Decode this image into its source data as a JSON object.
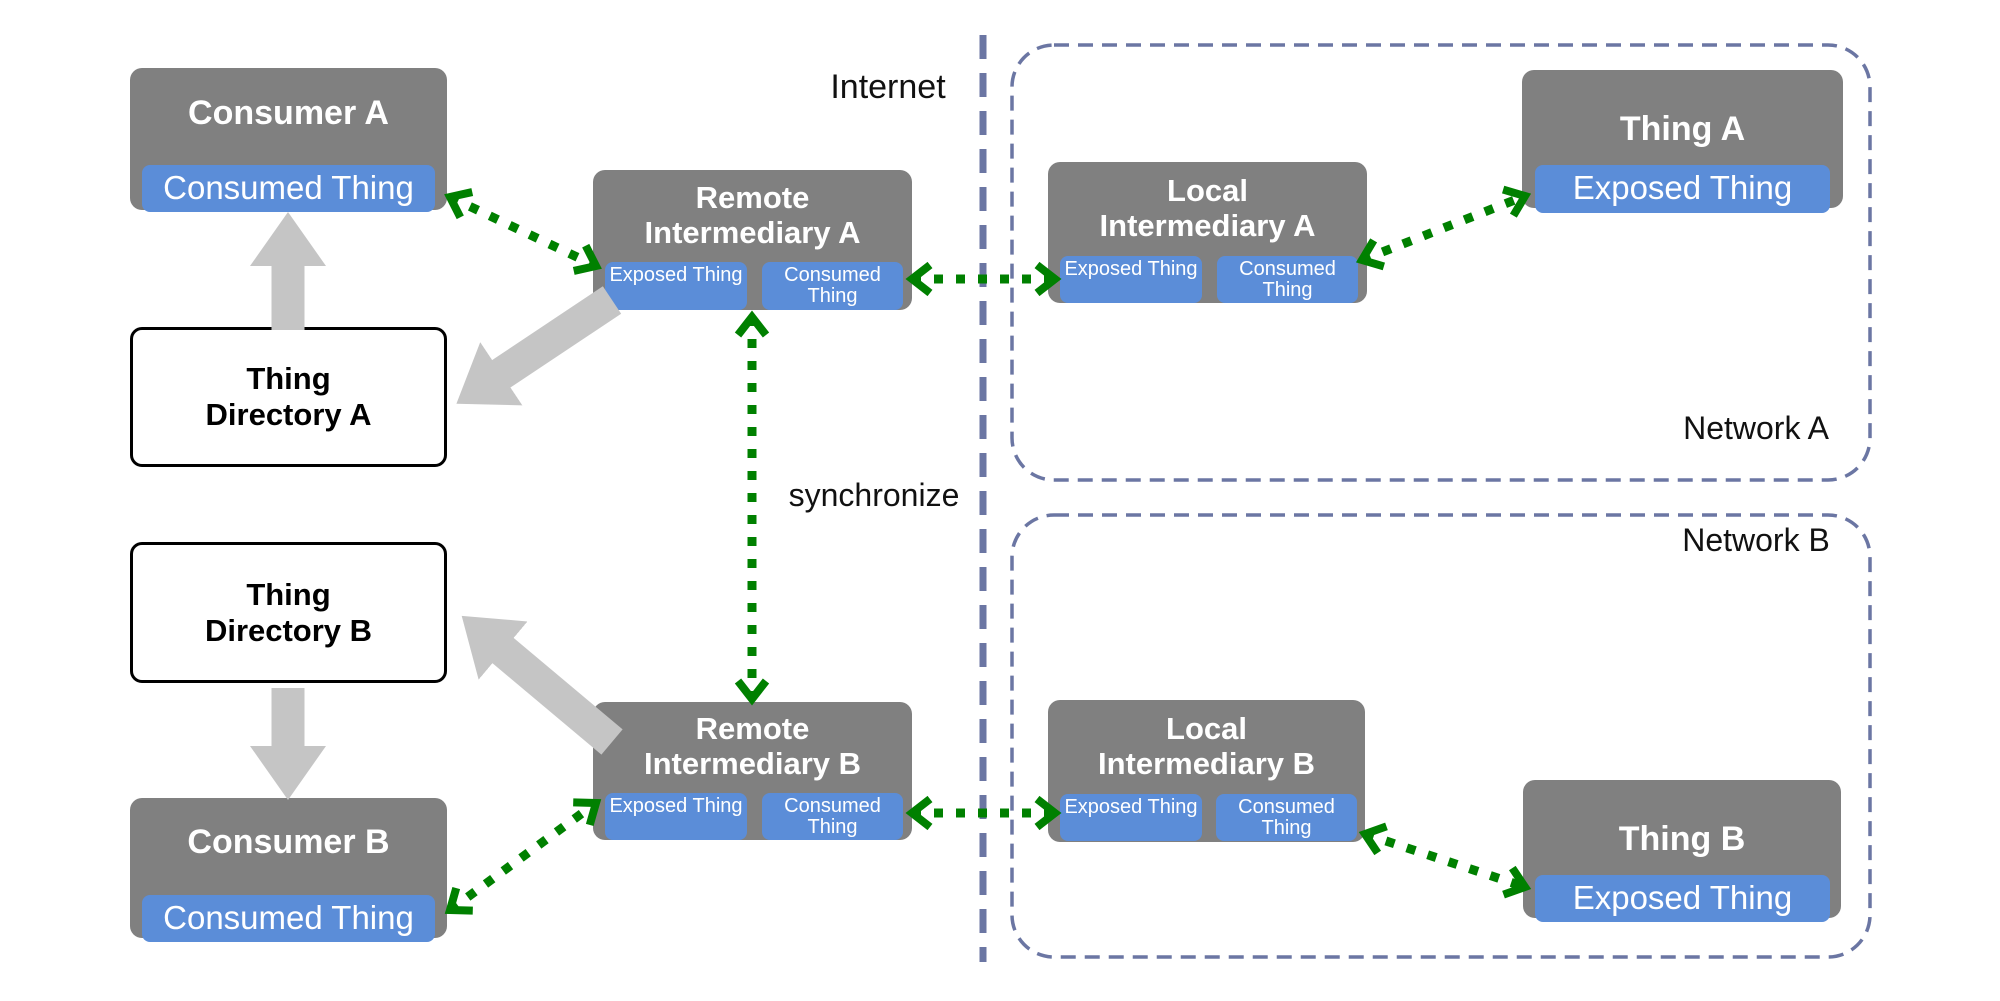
{
  "labels": {
    "internet": "Internet",
    "synchronize": "synchronize"
  },
  "networks": {
    "a": {
      "label": "Network A"
    },
    "b": {
      "label": "Network B"
    }
  },
  "nodes": {
    "consumer_a": {
      "title": "Consumer A",
      "consumed_thing": "Consumed Thing"
    },
    "consumer_b": {
      "title": "Consumer B",
      "consumed_thing": "Consumed Thing"
    },
    "thing_directory_a": {
      "lines": [
        "Thing",
        "Directory A"
      ]
    },
    "thing_directory_b": {
      "lines": [
        "Thing",
        "Directory B"
      ]
    },
    "remote_intermediary_a": {
      "lines": [
        "Remote",
        "Intermediary A"
      ],
      "exposed_thing": "Exposed Thing",
      "consumed_thing": "Consumed Thing"
    },
    "remote_intermediary_b": {
      "lines": [
        "Remote",
        "Intermediary B"
      ],
      "exposed_thing": "Exposed Thing",
      "consumed_thing": "Consumed Thing"
    },
    "local_intermediary_a": {
      "lines": [
        "Local",
        "Intermediary A"
      ],
      "exposed_thing": "Exposed Thing",
      "consumed_thing": "Consumed Thing"
    },
    "local_intermediary_b": {
      "lines": [
        "Local",
        "Intermediary B"
      ],
      "exposed_thing": "Exposed Thing",
      "consumed_thing": "Consumed Thing"
    },
    "thing_a": {
      "title": "Thing A",
      "exposed_thing": "Exposed Thing"
    },
    "thing_b": {
      "title": "Thing B",
      "exposed_thing": "Exposed Thing"
    }
  },
  "colors": {
    "node_gray": "#808080",
    "accent_blue": "#5b8dd8",
    "arrow_green": "#008000",
    "arrow_gray": "#c5c5c5",
    "network_border": "#6b76a3",
    "text_on_node": "#ffffff",
    "text_plain": "#111111"
  }
}
